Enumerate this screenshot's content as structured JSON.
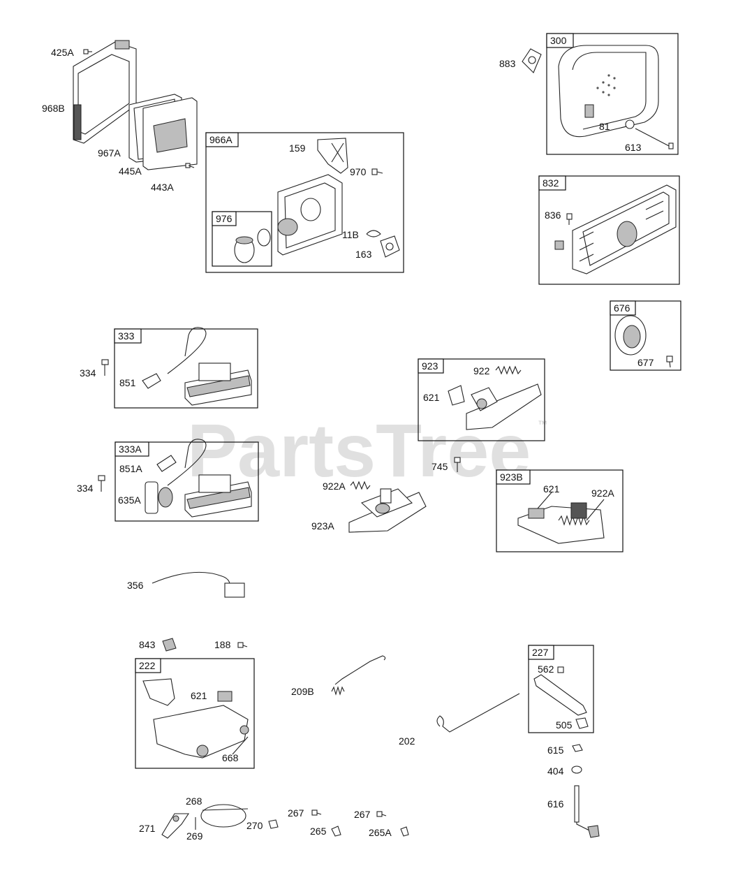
{
  "watermark": {
    "text": "PartsTree",
    "trademark": "™"
  },
  "groups": [
    {
      "id": "966A",
      "label": "966A"
    },
    {
      "id": "976",
      "label": "976"
    },
    {
      "id": "300",
      "label": "300"
    },
    {
      "id": "832",
      "label": "832"
    },
    {
      "id": "676",
      "label": "676"
    },
    {
      "id": "333",
      "label": "333"
    },
    {
      "id": "333A",
      "label": "333A"
    },
    {
      "id": "923",
      "label": "923"
    },
    {
      "id": "923B",
      "label": "923B"
    },
    {
      "id": "222",
      "label": "222"
    },
    {
      "id": "227",
      "label": "227"
    }
  ],
  "parts": [
    "425A",
    "968B",
    "967A",
    "445A",
    "443A",
    "159",
    "970",
    "11B",
    "163",
    "883",
    "81",
    "613",
    "836",
    "677",
    "334",
    "851",
    "334",
    "851A",
    "635A",
    "922",
    "621",
    "745",
    "922A",
    "923A",
    "621",
    "922A",
    "356",
    "843",
    "188",
    "621",
    "668",
    "209B",
    "202",
    "562",
    "505",
    "615",
    "404",
    "616",
    "268",
    "271",
    "269",
    "270",
    "267",
    "265",
    "267",
    "265A"
  ]
}
